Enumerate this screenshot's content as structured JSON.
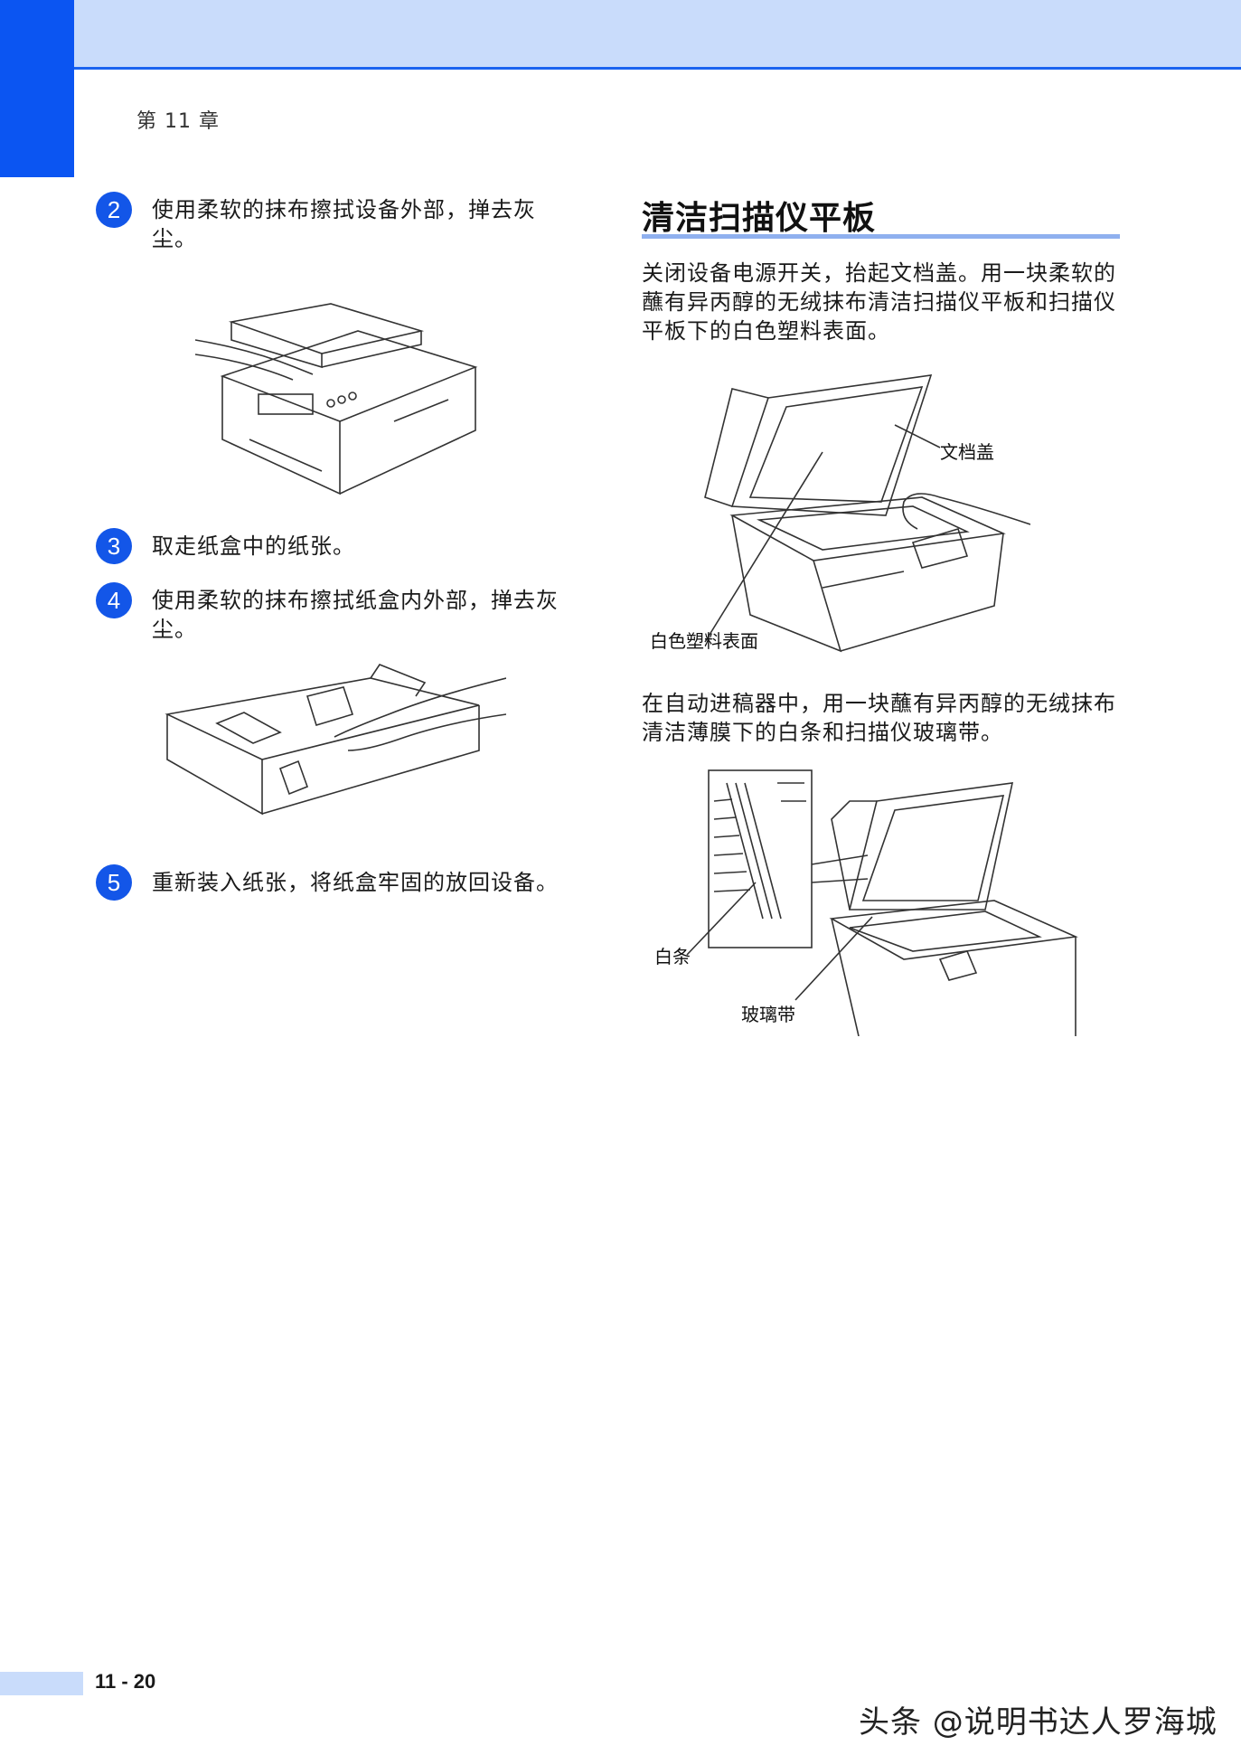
{
  "header": {
    "chapter": "第 11 章"
  },
  "steps": [
    {
      "number": "2",
      "text": "使用柔软的抹布擦拭设备外部，掸去灰尘。"
    },
    {
      "number": "3",
      "text": "取走纸盒中的纸张。"
    },
    {
      "number": "4",
      "text": "使用柔软的抹布擦拭纸盒内外部，掸去灰尘。"
    },
    {
      "number": "5",
      "text": "重新装入纸张，将纸盒牢固的放回设备。"
    }
  ],
  "section": {
    "title": "清洁扫描仪平板",
    "para1": "关闭设备电源开关，抬起文档盖。用一块柔软的蘸有异丙醇的无绒抹布清洁扫描仪平板和扫描仪平板下的白色塑料表面。",
    "para2": "在自动进稿器中，用一块蘸有异丙醇的无绒抹布清洁薄膜下的白条和扫描仪玻璃带。"
  },
  "callouts": {
    "document_cover": "文档盖",
    "white_plastic_surface": "白色塑料表面",
    "white_bar": "白条",
    "glass_strip": "玻璃带"
  },
  "footer": {
    "page_number": "11 - 20",
    "watermark": "头条 @说明书达人罗海城"
  },
  "colors": {
    "accent": "#0b55f2",
    "band": "#c9dcfb",
    "rule": "#8fb0ef"
  }
}
